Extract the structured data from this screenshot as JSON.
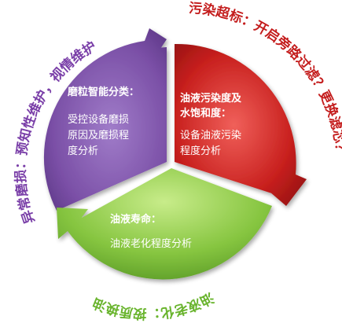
{
  "colors": {
    "purple": "#7a4fa6",
    "red": "#c8201e",
    "green": "#7bbf3a",
    "purple_text": "#7a3fa8",
    "red_text": "#c41d1d",
    "green_text": "#69b42d"
  },
  "segments": {
    "purple": {
      "title": "磨粒智能分类：",
      "lines": [
        "受控设备磨损",
        "原因及磨损程",
        "度分析"
      ]
    },
    "red": {
      "title_lines": [
        "油液污染度及",
        "水饱和度："
      ],
      "lines": [
        "设备油液污染",
        "程度分析"
      ]
    },
    "green": {
      "title": "油液寿命：",
      "lines": [
        "油液老化程度分析"
      ]
    }
  },
  "arc_labels": {
    "left": "异常磨损：预知性维护，视情维护",
    "right": "污染超标：开启旁路过滤？更换滤芯？",
    "bottom": "油液老化：按质换油"
  }
}
